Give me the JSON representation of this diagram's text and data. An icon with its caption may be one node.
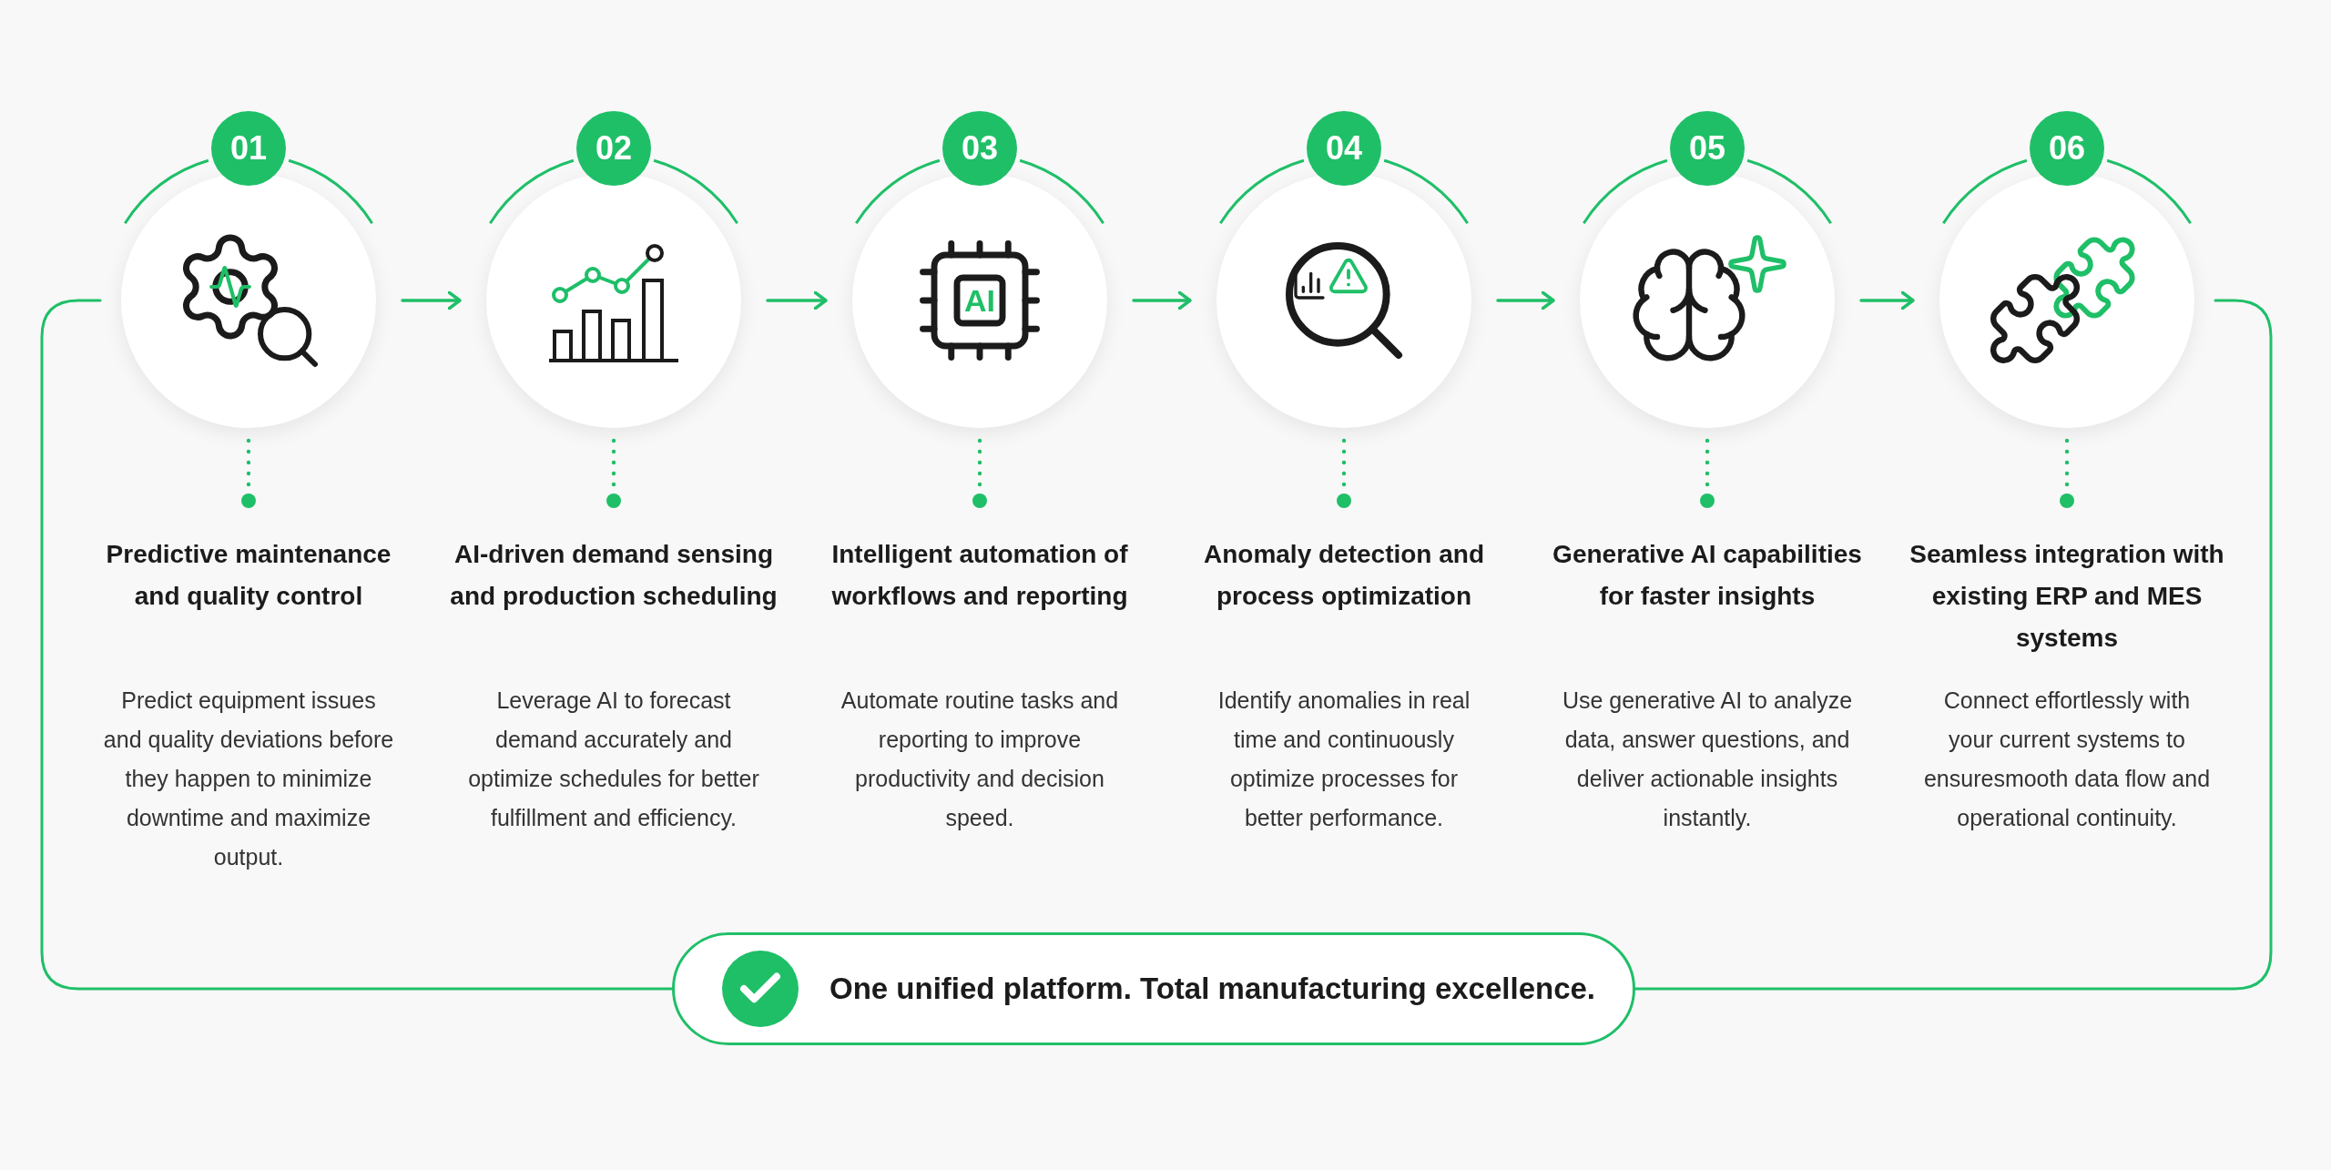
{
  "diagram": {
    "nodes": [
      {
        "text": [
          "01"
        ],
        "beside": [
          "Predictive maintenance and quality control",
          "Predict equipment issues and quality deviations before they happen to minimize downtime and maximize output."
        ]
      },
      {
        "text": [
          "02"
        ],
        "beside": [
          "AI-driven demand sensing and production scheduling",
          "Leverage AI to forecast demand accurately and optimize schedules for better fulfillment and efficiency."
        ]
      },
      {
        "text": [
          "03"
        ],
        "beside": [
          "Intelligent automation of workflows and reporting",
          "Automate routine tasks and reporting to improve productivity and decision speed."
        ]
      },
      {
        "text": [
          "04"
        ],
        "beside": [
          "Anomaly detection and process optimization",
          "Identify anomalies in real time and continuously optimize processes for better performance."
        ]
      },
      {
        "text": [
          "05"
        ],
        "beside": [
          "Generative AI capabilities for faster insights",
          "Use generative AI to analyze data, answer questions, and deliver actionable insights instantly."
        ]
      },
      {
        "text": [
          "06"
        ],
        "beside": [
          "Seamless integration with existing ERP and MES systems",
          "Connect effortlessly with your current systems to ensuresmooth data flow and operational continuity."
        ]
      },
      {
        "text": [
          "One unified platform. Total manufacturing excellence."
        ]
      }
    ],
    "edges": [
      {
        "from": 0,
        "to": 1,
        "arrow": "to"
      },
      {
        "from": 1,
        "to": 2,
        "arrow": "to"
      },
      {
        "from": 2,
        "to": 3,
        "arrow": "to"
      },
      {
        "from": 3,
        "to": 4,
        "arrow": "to"
      },
      {
        "from": 4,
        "to": 5,
        "arrow": "to"
      },
      {
        "from": 6,
        "to": 0,
        "arrow": "none"
      },
      {
        "from": 5,
        "to": 6,
        "arrow": "none"
      }
    ],
    "labels": [
      "AI"
    ]
  }
}
